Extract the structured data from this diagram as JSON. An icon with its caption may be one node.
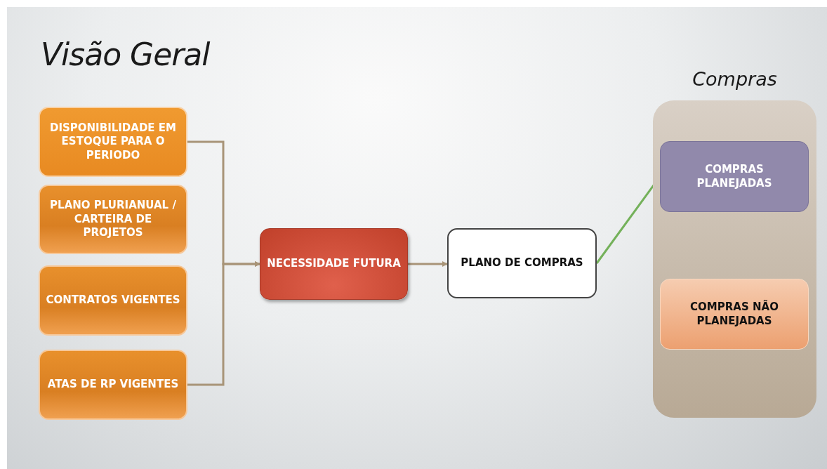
{
  "diagram": {
    "title": "Visão Geral",
    "nodes": [
      {
        "text": [
          "DISPONIBILIDADE EM ESTOQUE PARA O PERIODO"
        ]
      },
      {
        "text": [
          "PLANO PLURIANUAL / CARTEIRA DE PROJETOS"
        ]
      },
      {
        "text": [
          "CONTRATOS VIGENTES"
        ]
      },
      {
        "text": [
          "ATAS DE RP VIGENTES"
        ]
      },
      {
        "text": [
          "NECESSIDADE FUTURA"
        ]
      },
      {
        "text": [
          "PLANO DE COMPRAS"
        ]
      },
      {
        "text": [
          "Compras"
        ]
      },
      {
        "text": [
          "COMPRAS PLANEJADAS"
        ],
        "in": 6
      },
      {
        "text": [
          "COMPRAS NÃO PLANEJADAS"
        ],
        "in": 6
      }
    ],
    "edges": [
      {
        "from": 0,
        "to": 4,
        "arrow": "to"
      },
      {
        "from": 3,
        "to": 4,
        "arrow": "to"
      },
      {
        "from": 4,
        "to": 5,
        "arrow": "to"
      },
      {
        "from": 5,
        "to": 7,
        "arrow": "to",
        "color": "#74b15a"
      }
    ]
  }
}
